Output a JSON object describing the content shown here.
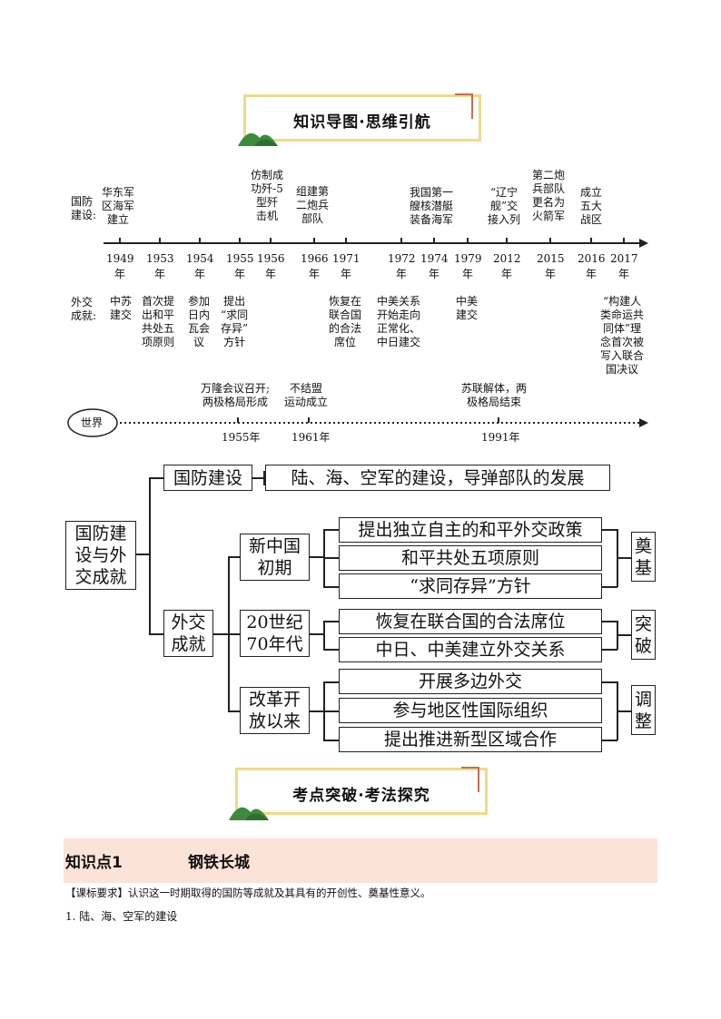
{
  "banner1": "知识导图·思维引航",
  "banner2": "考点突破·考法探究",
  "timeline": {
    "row_label_defense": "国防\n建设:",
    "row_label_diplomacy": "外交\n成就:",
    "years": [
      "1949\n年",
      "1953\n年",
      "1954\n年",
      "1955\n年",
      "1956\n年",
      "1966\n年",
      "1971\n年",
      "1972\n年",
      "1974\n年",
      "1979\n年",
      "2012\n年",
      "2015\n年",
      "2016\n年",
      "2017\n年"
    ],
    "defense": [
      "华东军\n区海军\n建立",
      "仿制成\n功歼-5\n型歼\n击机",
      "组建第\n二炮兵\n部队",
      "我国第一\n艘核潜艇\n装备海军",
      "“辽宁\n舰”交\n接入列",
      "第二炮\n兵部队\n更名为\n火箭军",
      "成立\n五大\n战区"
    ],
    "diplomacy": [
      "中苏\n建交",
      "首次提\n出和平\n共处五\n项原则",
      "参加\n日内\n瓦会\n议",
      "提出\n“求同\n存异”\n方针",
      "恢复在\n联合国\n的合法\n席位",
      "中美关系\n开始走向\n正常化、\n中日建交",
      "中美\n建交",
      "“构建人\n类命运共\n同体”理\n念首次被\n写入联合\n国决议"
    ]
  },
  "world": {
    "label": "世界",
    "events": [
      "万隆会议召开;\n两极格局形成",
      "不结盟\n运动成立",
      "苏联解体，两\n极格局结束"
    ],
    "years": [
      "1955年",
      "1961年",
      "1991年"
    ]
  },
  "mindmap": {
    "root": "国防建\n设与外\n交成就",
    "defense": "国防建设",
    "defense_detail": "陆、海、空军的建设，导弹部队的发展",
    "diplomacy": "外交\n成就",
    "period1": "新中国\n初期",
    "period2": "20世纪\n70年代",
    "period3": "改革开\n放以来",
    "items1": [
      "提出独立自主的和平外交政策",
      "和平共处五项原则",
      "“求同存异”方针"
    ],
    "items2": [
      "恢复在联合国的合法席位",
      "中日、中美建立外交关系"
    ],
    "items3": [
      "开展多边外交",
      "参与地区性国际组织",
      "提出推进新型区域合作"
    ],
    "tag1": "奠\n基",
    "tag2": "突\n破",
    "tag3": "调\n整"
  },
  "section": {
    "title": "知识点1",
    "name": "钢铁长城"
  },
  "requirement": "【课标要求】认识这一时期取得的国防等成就及其具有的开创性、奠基性意义。",
  "item1": "1. 陆、海、空军的建设"
}
